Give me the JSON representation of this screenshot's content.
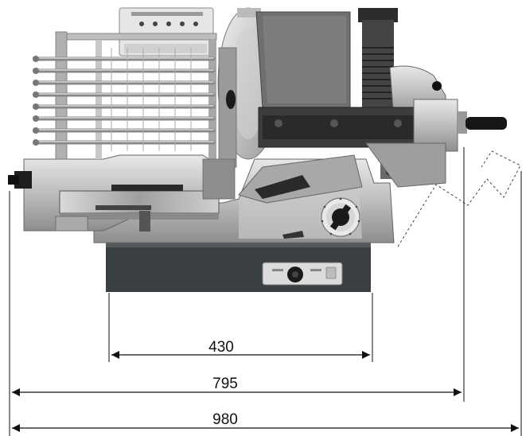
{
  "dimensions": {
    "base_width": "430",
    "body_width": "795",
    "overall_width": "980"
  }
}
